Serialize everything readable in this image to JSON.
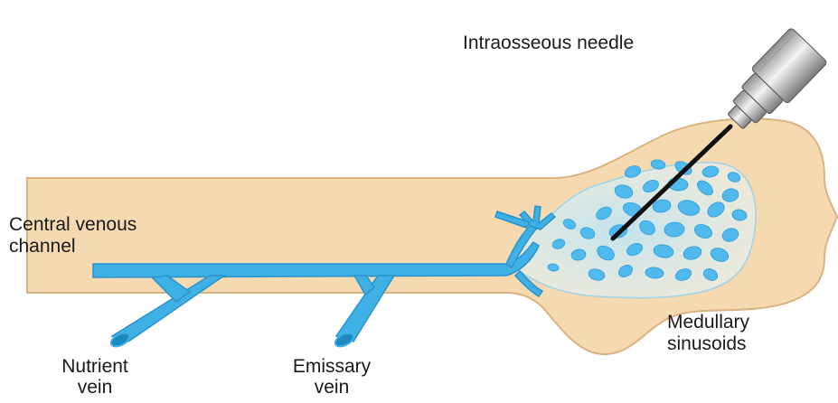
{
  "labels": {
    "needle": "Intraosseous needle",
    "central_line1": "Central venous",
    "central_line2": "channel",
    "medullary_line1": "Medullary",
    "medullary_line2": "sinusoids",
    "nutrient_line1": "Nutrient",
    "nutrient_line2": "vein",
    "emissary_line1": "Emissary",
    "emissary_line2": "vein"
  },
  "colors": {
    "bone": "#f5d9b0",
    "bone_edge": "#d9b384",
    "vein": "#3fb0e3",
    "vein_dark": "#1e86c0",
    "sinusoid": "#52b9ec",
    "marrow_web": "#cfe7ef",
    "needle_shaft": "#111111",
    "needle_hub": "#c9c9c9",
    "text": "#1a1a1a"
  },
  "icons": {
    "needle": "intraosseous-needle-icon",
    "bone": "long-bone-illustration"
  }
}
